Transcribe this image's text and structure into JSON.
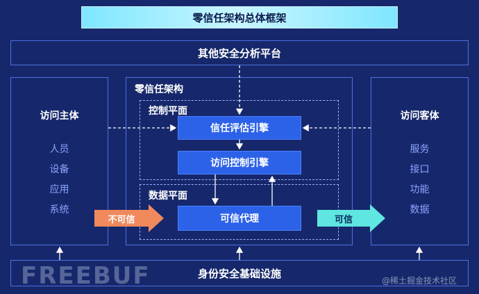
{
  "title": "零信任架构总体框架",
  "top_platform": "其他安全分析平台",
  "bottom_infra": "身份安全基础设施",
  "left_panel": {
    "title": "访问主体",
    "items": [
      "人员",
      "设备",
      "应用",
      "系统"
    ]
  },
  "right_panel": {
    "title": "访问客体",
    "items": [
      "服务",
      "接口",
      "功能",
      "数据"
    ]
  },
  "zero_trust": {
    "title": "零信任架构",
    "control_plane": {
      "title": "控制平面",
      "trust_engine": "信任评估引擎",
      "access_engine": "访问控制引擎"
    },
    "data_plane": {
      "title": "数据平面",
      "proxy": "可信代理"
    }
  },
  "arrows": {
    "untrusted": "不可信",
    "trusted": "可信"
  },
  "watermarks": {
    "left": "FREEBUF",
    "right": "@稀土掘金技术社区"
  },
  "colors": {
    "background": "#16286b",
    "frame": "#4f6fe0",
    "box": "#2c62e8",
    "untrusted_arrow": "#f08a5d",
    "trusted_arrow": "#5fe6e0"
  }
}
